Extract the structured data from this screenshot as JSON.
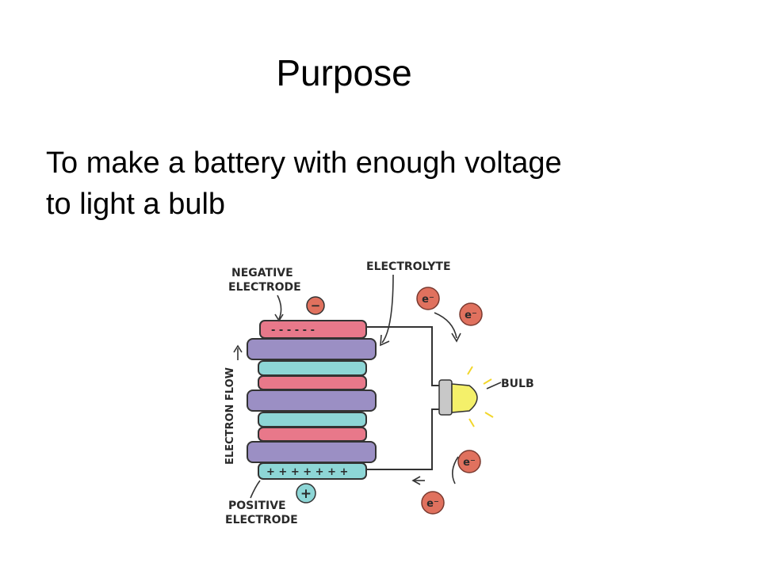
{
  "slide": {
    "title": "Purpose",
    "body_lines": [
      "To make a battery with enough voltage",
      "to light a bulb"
    ]
  },
  "diagram": {
    "labels": {
      "negative_electrode_line1": "NEGATIVE",
      "negative_electrode_line2": "ELECTRODE",
      "electrolyte": "ELECTROLYTE",
      "bulb": "BULB",
      "electron_flow": "ELECTRON FLOW",
      "positive_electrode_line1": "POSITIVE",
      "positive_electrode_line2": "ELECTRODE",
      "negative_sign": "−",
      "positive_sign": "+",
      "electron": "e⁻",
      "negative_marks": "- - - - - -",
      "positive_marks": "+ + + + + + +"
    },
    "colors": {
      "negative_plate": "#e8788a",
      "separator_plate": "#9b8fc4",
      "electrolyte_plate": "#8dd6d6",
      "electron": "#e0715e",
      "bulb": "#f4f06a",
      "outline": "#333333"
    }
  }
}
